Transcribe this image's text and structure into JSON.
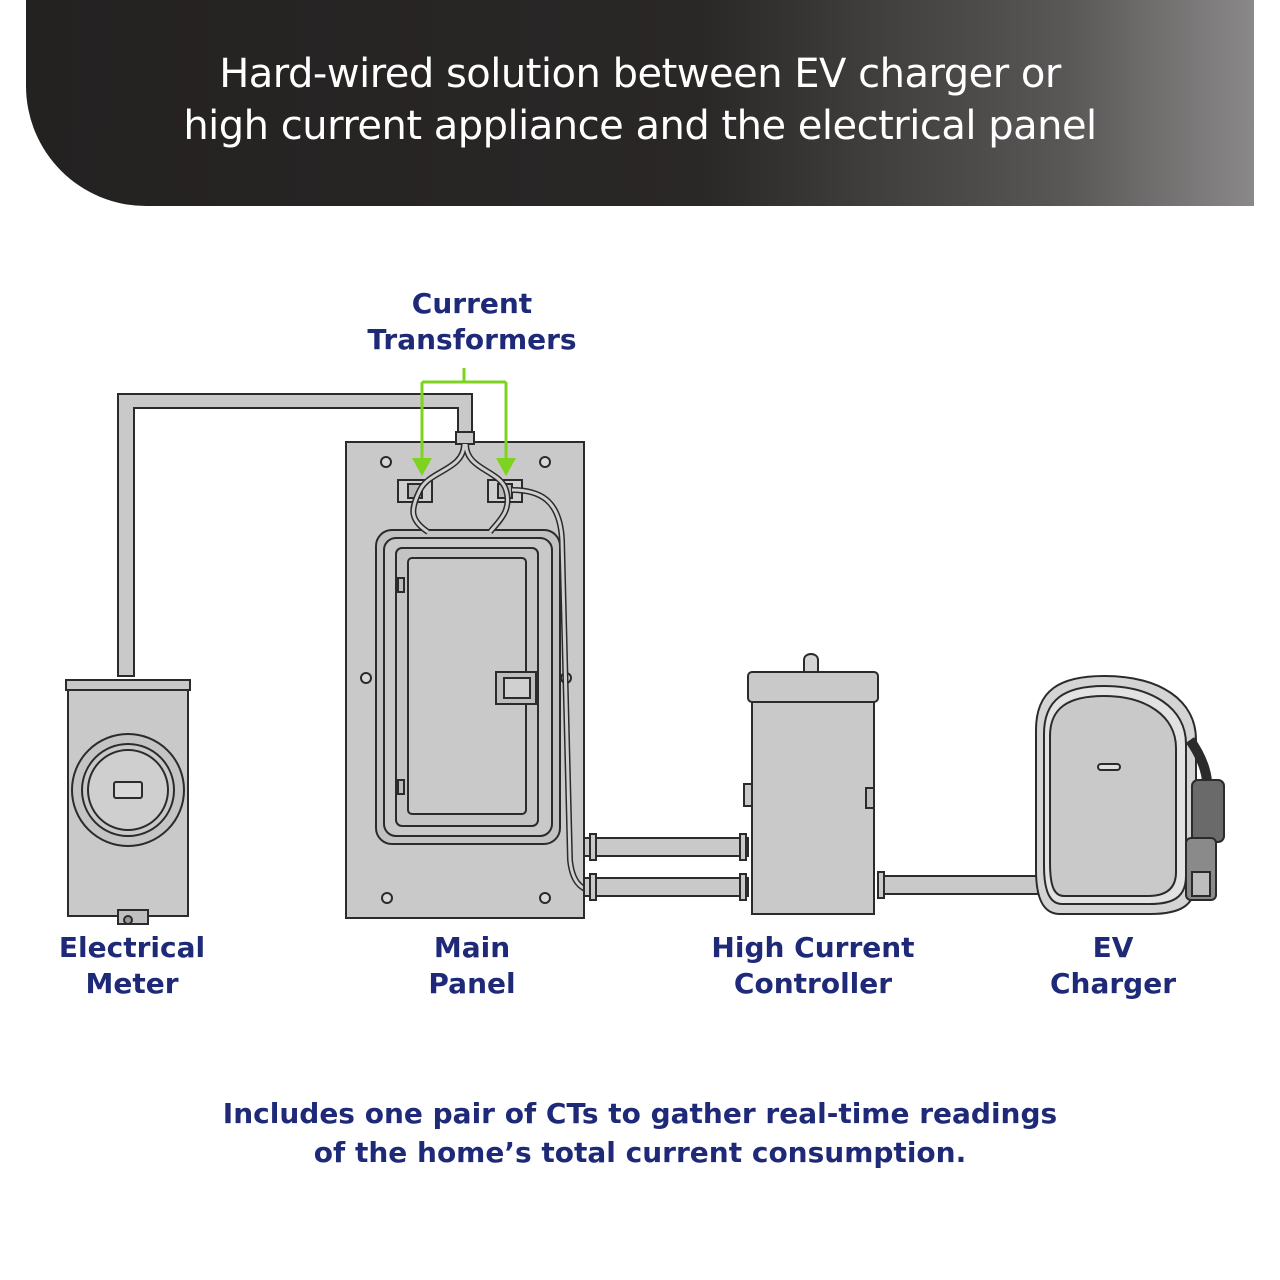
{
  "header": {
    "title_line1": "Hard-wired solution between EV charger or",
    "title_line2": "high current appliance and the electrical panel",
    "background_color": "#242121"
  },
  "labels": {
    "current_transformers": {
      "line1": "Current",
      "line2": "Transformers"
    },
    "electrical_meter": {
      "line1": "Electrical",
      "line2": "Meter"
    },
    "main_panel": {
      "line1": "Main",
      "line2": "Panel"
    },
    "high_current_controller": {
      "line1": "High Current",
      "line2": "Controller"
    },
    "ev_charger": {
      "line1": "EV",
      "line2": "Charger"
    }
  },
  "footnote": {
    "line1": "Includes one pair of CTs to gather real-time readings",
    "line2": "of the home’s total current consumption."
  },
  "colors": {
    "label_text": "#1e2a78",
    "ct_callout": "#7ed321",
    "equipment_fill": "#c9c9c9",
    "outline": "#2b2b2b"
  }
}
